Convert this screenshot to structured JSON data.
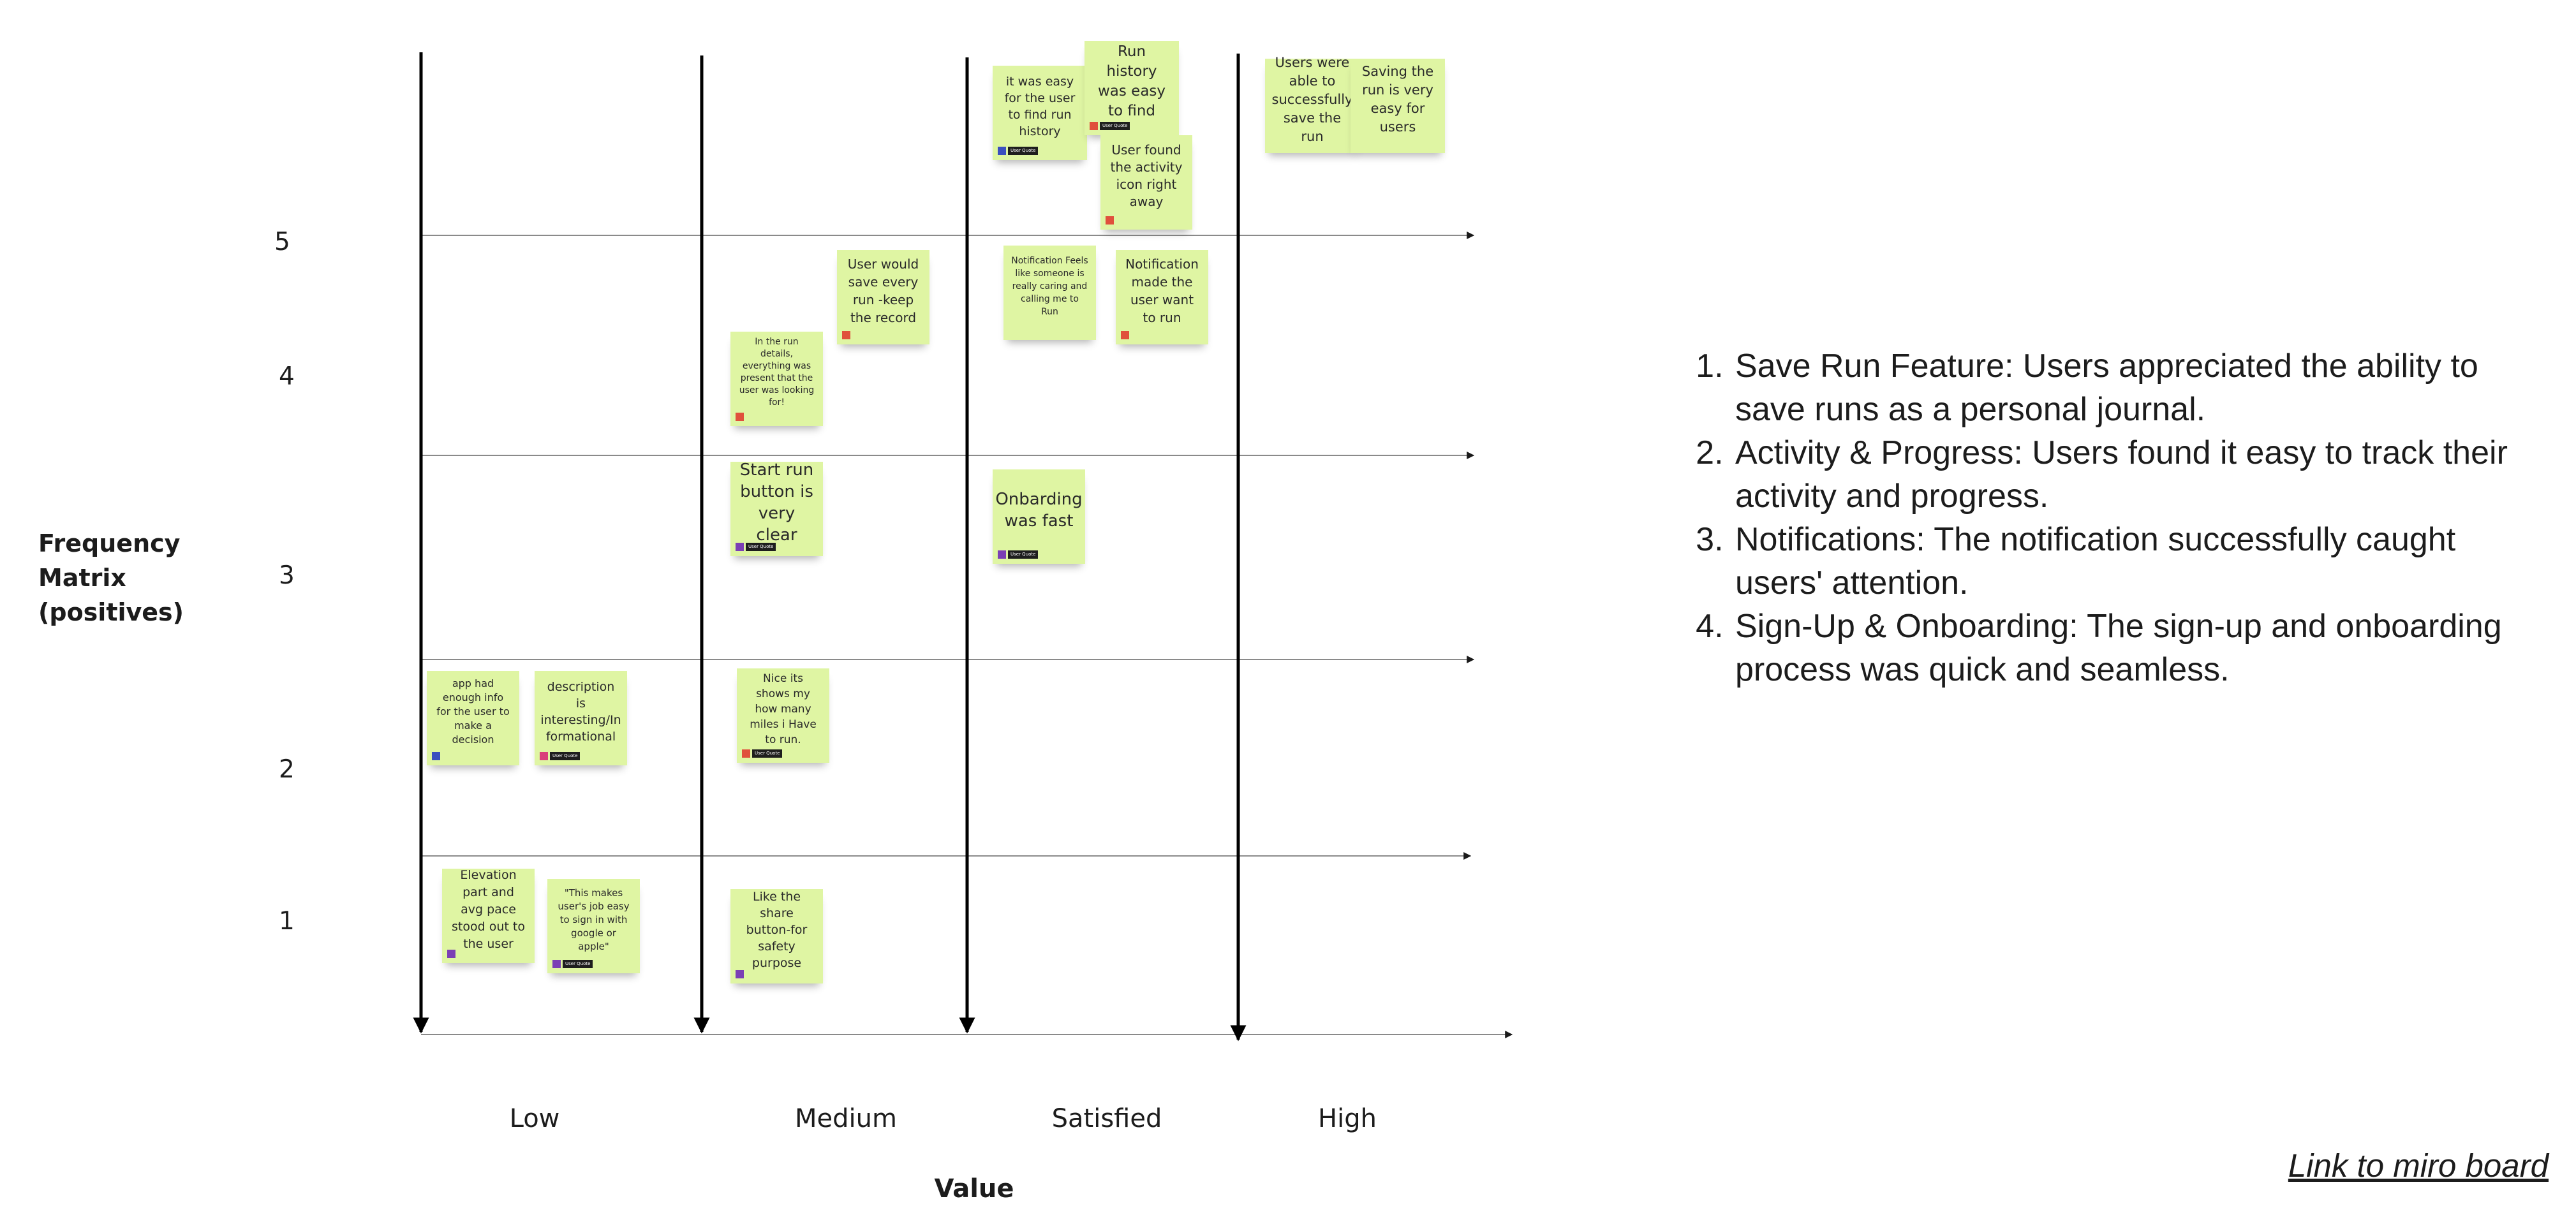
{
  "matrix": {
    "y_axis_label": "Frequency\nMatrix\n(positives)",
    "y_ticks": [
      "5",
      "4",
      "3",
      "2",
      "1"
    ],
    "x_ticks": [
      "Low",
      "Medium",
      "Satisfied",
      "High"
    ],
    "x_axis_title": "Value",
    "colors": {
      "note": "#dff5a3",
      "axis": "#000000",
      "grid": "#8a8a8a"
    }
  },
  "notes": [
    {
      "text": "it was easy for the user to find run history",
      "column": "Satisfied",
      "frequency": "5",
      "tag": "User Quote",
      "avatar_color": "#3b4fbf"
    },
    {
      "text": "Run history was easy to find",
      "column": "Satisfied",
      "frequency": "5",
      "tag": "User Quote",
      "avatar_color": "#e0503c"
    },
    {
      "text": "User found the activity icon right away",
      "column": "Satisfied",
      "frequency": "5",
      "tag": "",
      "avatar_color": "#e0503c"
    },
    {
      "text": "Users were able to successfully save the run",
      "column": "High",
      "frequency": "5",
      "tag": "",
      "avatar_color": ""
    },
    {
      "text": "Saving the run is very easy for users",
      "column": "High",
      "frequency": "5",
      "tag": "",
      "avatar_color": ""
    },
    {
      "text": "User would save every run -keep the record",
      "column": "Medium",
      "frequency": "4",
      "tag": "",
      "avatar_color": "#e0503c"
    },
    {
      "text": "In the run details, everything was present that the user was looking for!",
      "column": "Medium",
      "frequency": "4",
      "tag": "",
      "avatar_color": "#e0503c"
    },
    {
      "text": "Notification Feels like someone is really caring and calling me to Run",
      "column": "Satisfied",
      "frequency": "4",
      "tag": "",
      "avatar_color": ""
    },
    {
      "text": "Notification made the user want to run",
      "column": "Satisfied",
      "frequency": "4",
      "tag": "",
      "avatar_color": "#e0503c"
    },
    {
      "text": "Start run button is very clear",
      "column": "Medium",
      "frequency": "3",
      "tag": "User Quote",
      "avatar_color": "#7b3fb5"
    },
    {
      "text": "Onbarding was fast",
      "column": "Satisfied",
      "frequency": "3",
      "tag": "User Quote",
      "avatar_color": "#7b3fb5"
    },
    {
      "text": "app had enough info for the user to make a decision",
      "column": "Low",
      "frequency": "2",
      "tag": "",
      "avatar_color": "#3b4fbf"
    },
    {
      "text": "description is interesting/In formational",
      "column": "Low",
      "frequency": "2",
      "tag": "User Quote",
      "avatar_color": "#d9407a"
    },
    {
      "text": "Nice its shows my how many miles i Have to run.",
      "column": "Medium",
      "frequency": "2",
      "tag": "User Quote",
      "avatar_color": "#e0503c"
    },
    {
      "text": "Elevation part and avg pace stood out to the user",
      "column": "Low",
      "frequency": "1",
      "tag": "",
      "avatar_color": "#7b3fb5"
    },
    {
      "text": "\"This makes user's job easy to sign in with google or apple\"",
      "column": "Low",
      "frequency": "1",
      "tag": "User Quote",
      "avatar_color": "#7b3fb5"
    },
    {
      "text": "Like the share button-for safety purpose",
      "column": "Medium",
      "frequency": "1",
      "tag": "",
      "avatar_color": "#7b3fb5"
    }
  ],
  "takeaways": [
    "Save Run Feature: Users appreciated the ability to save runs as a personal journal.",
    "Activity & Progress: Users found it easy to track their activity and progress.",
    "Notifications: The notification successfully caught users' attention.",
    "Sign-Up & Onboarding: The sign-up and onboarding process was quick and seamless."
  ],
  "link_text": "Link to miro board"
}
